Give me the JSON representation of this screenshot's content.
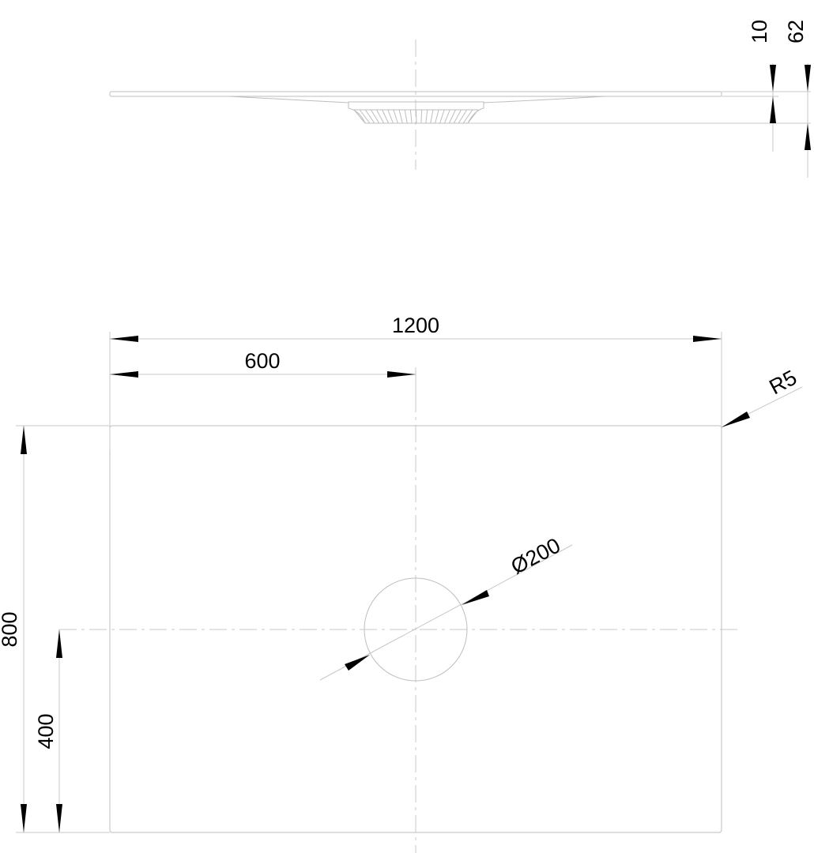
{
  "drawing": {
    "side_view": {
      "thickness_label": "10",
      "total_height_label": "62"
    },
    "top_view": {
      "width_label": "1200",
      "half_width_label": "600",
      "height_label": "800",
      "half_height_label": "400",
      "corner_radius_label": "R5",
      "hole_diameter_label": "Ø200"
    },
    "colors": {
      "line": "#bdbdbd",
      "arrow": "#000000",
      "text": "#000000"
    }
  }
}
